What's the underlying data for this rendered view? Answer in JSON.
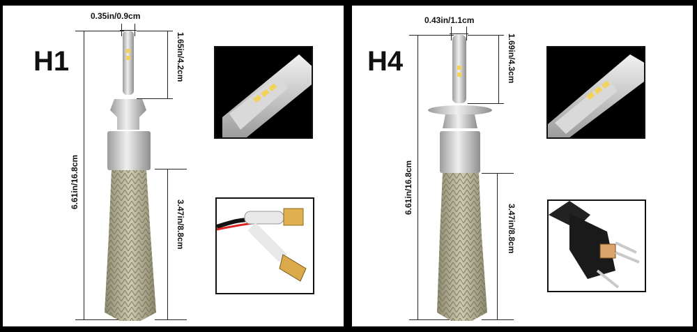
{
  "panels": [
    {
      "model": "H1",
      "width_label": "0.35in/0.9cm",
      "top_label": "1.65in/4.2cm",
      "total_label": "6.61in/16.8cm",
      "cable_label": "3.47in/8.8cm",
      "chip_thumb": "led-chip-closeup",
      "connector_thumb": "h1-wire-connector"
    },
    {
      "model": "H4",
      "width_label": "0.43in/1.1cm",
      "top_label": "1.69in/4.3cm",
      "total_label": "6.61in/16.8cm",
      "cable_label": "3.47in/8.8cm",
      "chip_thumb": "led-chip-closeup",
      "connector_thumb": "h4-plug-connector"
    }
  ],
  "colors": {
    "background": "#000000",
    "panel": "#ffffff",
    "aluminum": "#c9c9c9",
    "braid": "#a8a58a",
    "led_chip": "#f2d25a"
  }
}
